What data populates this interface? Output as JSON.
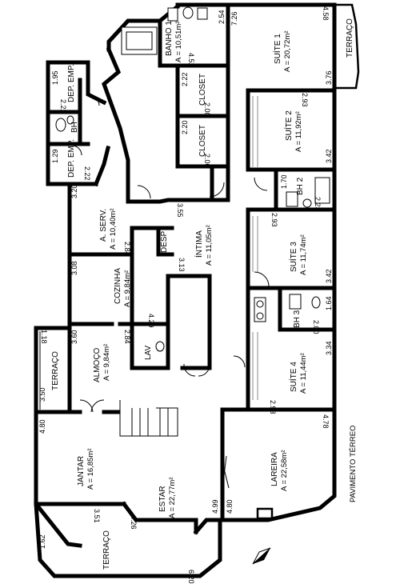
{
  "sheet_title": "PAVIMENTO TÉRREO",
  "rooms": {
    "banho1": {
      "name": "BANHO 1",
      "area": "A = 10,51m²"
    },
    "suite1": {
      "name": "SUÍTE 1",
      "area": "A = 20,72m²"
    },
    "closet1": {
      "name": "CLOSET"
    },
    "closet2": {
      "name": "CLOSET"
    },
    "suite2": {
      "name": "SUÍTE 2",
      "area": "A = 11,92m²"
    },
    "depemp1": {
      "name": "DEP. EMP."
    },
    "depemp2": {
      "name": "DEP. EMP."
    },
    "bh_emp": {
      "name": "BH"
    },
    "bh2": {
      "name": "BH 2"
    },
    "bh3": {
      "name": "BH 3"
    },
    "aserv": {
      "name": "A. SERV.",
      "area": "A = 10,40m²"
    },
    "intima": {
      "name": "ÍNTIMA",
      "area": "A = 11,05m²"
    },
    "desp": {
      "name": "DESP"
    },
    "suite3": {
      "name": "SUÍTE 3",
      "area": "A = 11,74m²"
    },
    "cozinha": {
      "name": "COZINHA",
      "area": "A = 9,84m²"
    },
    "lav": {
      "name": "LAV"
    },
    "almoco": {
      "name": "ALMOÇO",
      "area": "A = 9,84m²"
    },
    "suite4": {
      "name": "SUÍTE 4",
      "area": "A = 11,44m²"
    },
    "terraco_left": {
      "name": "TERRAÇO"
    },
    "terraco_top": {
      "name": "TERRAÇO"
    },
    "terraco_bottom": {
      "name": "TERRAÇO"
    },
    "jantar": {
      "name": "JANTAR",
      "area": "A = 16,85m²"
    },
    "estar": {
      "name": "ESTAR",
      "area": "A = 22,77m²"
    },
    "lareira": {
      "name": "LAREIRA",
      "area": "A = 22,58m²"
    }
  },
  "dimensions": {
    "d_726": "7.26",
    "d_254": "2.54",
    "d_452": "4.52",
    "d_458": "4.58",
    "d_376": "3.76",
    "d_222a": "2.22",
    "d_200a": "2.00",
    "d_220": "2.20",
    "d_200b": "2.00",
    "d_293a": "2.93",
    "d_342a": "3.42",
    "d_195": "1.95",
    "d_222b": "2.22",
    "d_129": "1.29",
    "d_222c": "2.22",
    "d_170": "1.70",
    "d_223": "2.23",
    "d_320": "3.20",
    "d_355": "3.55",
    "d_293b": "2.93",
    "d_342b": "3.42",
    "d_284a": "2.84",
    "d_313": "3.13",
    "d_308": "3.08",
    "d_164": "1.64",
    "d_200c": "2.00",
    "d_429": "4.29",
    "d_284b": "2.84",
    "d_360": "3.60",
    "d_118": "1.18",
    "d_334": "3.34",
    "d_293c": "2.93",
    "d_350": "3.50",
    "d_480a": "4.80",
    "d_478": "4.78",
    "d_351": "3.51",
    "d_426": "4.26",
    "d_499": "4.99",
    "d_480b": "4.80",
    "d_162": "1.62",
    "d_620": "6.20"
  }
}
